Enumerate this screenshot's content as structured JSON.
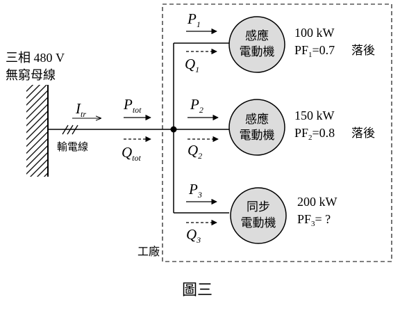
{
  "bus": {
    "line1": "三相 480 V",
    "line2": "無窮母線"
  },
  "transmission": {
    "current": "I",
    "current_sub": "tr",
    "label": "輸電線",
    "p_total": "P",
    "p_total_sub": "tot",
    "q_total": "Q",
    "q_total_sub": "tot"
  },
  "factory_label": "工廠",
  "figure_caption": "圖三",
  "motors": [
    {
      "line1": "感應",
      "line2": "電動機",
      "p": "P",
      "p_sub": "1",
      "q": "Q",
      "q_sub": "1",
      "power": "100 kW",
      "pf_label": "PF",
      "pf_sub": "1",
      "pf_value": "=0.7",
      "pf_note": "落後"
    },
    {
      "line1": "感應",
      "line2": "電動機",
      "p": "P",
      "p_sub": "2",
      "q": "Q",
      "q_sub": "2",
      "power": "150 kW",
      "pf_label": "PF",
      "pf_sub": "2",
      "pf_value": "=0.8",
      "pf_note": "落後"
    },
    {
      "line1": "同步",
      "line2": "電動機",
      "p": "P",
      "p_sub": "3",
      "q": "Q",
      "q_sub": "3",
      "power": "200 kW",
      "pf_label": "PF",
      "pf_sub": "3",
      "pf_value": "= ?",
      "pf_note": ""
    }
  ]
}
